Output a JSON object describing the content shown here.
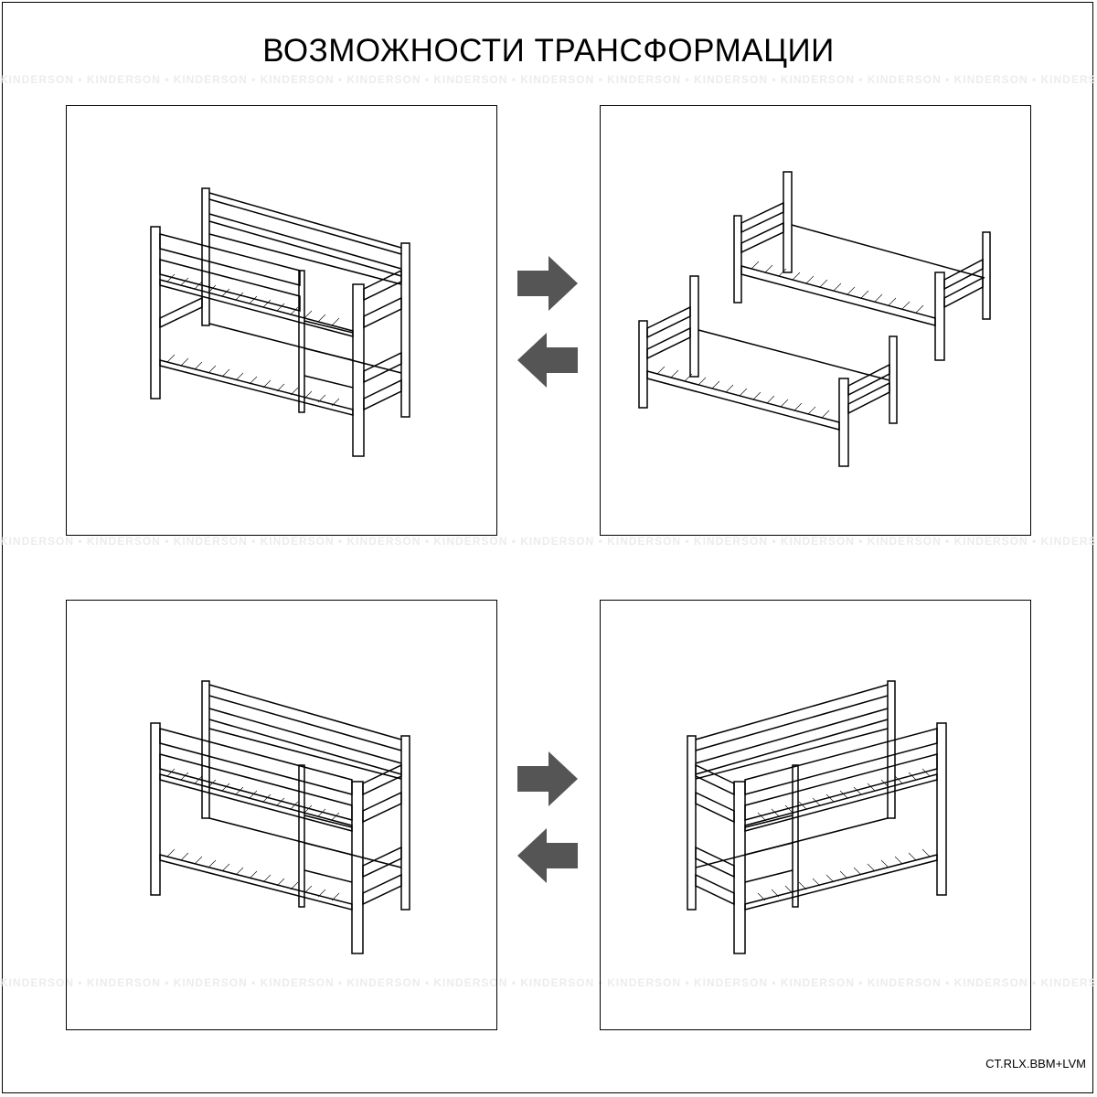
{
  "title": "ВОЗМОЖНОСТИ ТРАНСФОРМАЦИИ",
  "watermark": "KINDERSON • KINDERSON • KINDERSON • KINDERSON • KINDERSON • KINDERSON • KINDERSON • KINDERSON • KINDERSON • KINDERSON • KINDERSON • KINDERSON • KINDERSON",
  "product_code": "CT.RLX.BBM+LVM",
  "colors": {
    "line": "#000000",
    "arrow": "#555555",
    "watermark": "#ececec"
  },
  "panels": [
    {
      "id": "bunk-bed-low-guard",
      "icon": "bunk-bed-icon"
    },
    {
      "id": "two-single-beds",
      "icon": "single-beds-icon"
    },
    {
      "id": "bunk-bed-high-guard",
      "icon": "bunk-bed-icon"
    },
    {
      "id": "bunk-bed-mirrored",
      "icon": "bunk-bed-mirrored-icon"
    }
  ],
  "arrows": [
    {
      "direction": "right",
      "icon": "arrow-right-icon"
    },
    {
      "direction": "left",
      "icon": "arrow-left-icon"
    },
    {
      "direction": "right",
      "icon": "arrow-right-icon"
    },
    {
      "direction": "left",
      "icon": "arrow-left-icon"
    }
  ]
}
